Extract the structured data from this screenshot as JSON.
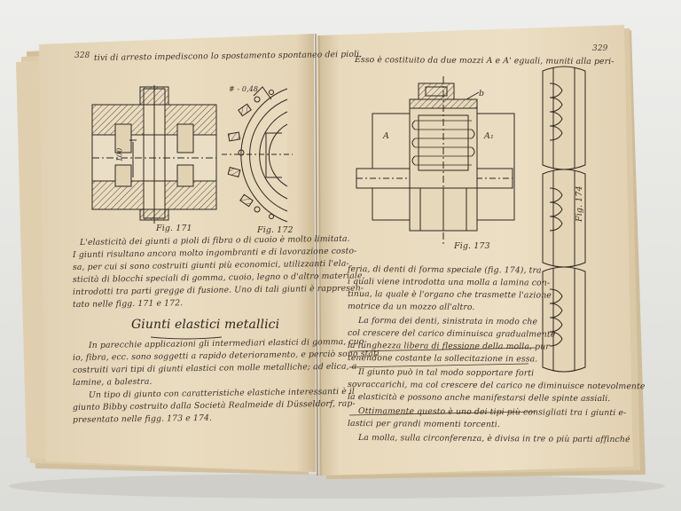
{
  "left_page": {
    "page_number": "328",
    "top_line": "tivi di arresto impediscono lo spostamento spontaneo dei pioli.",
    "fig_label_top": "# - 0,48",
    "dim_label": "100",
    "fig171_caption": "Fig. 171",
    "fig172_caption": "Fig. 172",
    "paragraph1": [
      "L'elasticità dei giunti a pioli di fibra o di cuoio è molto limitata.",
      "I giunti risultano ancora molto ingombranti e di lavorazione costo-",
      "sa, per cui si sono costruiti giunti più economici, utilizzanti l'ela-",
      "sticità di blocchi speciali di gomma, cuoio, legno o d'altro materiale,",
      "introdotti tra parti gregge di fusione. Uno di tali giunti è rappresen-",
      "tato nelle figg. 171 e 172."
    ],
    "heading": "Giunti elastici metallici",
    "paragraph2": [
      "In parecchie applicazioni gli intermediari elastici di gomma, cuo-",
      "io, fibra, ecc. sono soggetti a rapido deterioramento, e perciò sono stati",
      "costruiti vari tipi di giunti elastici con molle metalliche; ad elica, a",
      "lamine, a balestra."
    ],
    "paragraph3": [
      "Un tipo di giunto con caratteristiche elastiche interessanti è il",
      "giunto Bibby costruito dalla Società Realmeide di Düsseldorf, rap-",
      "presentato nelle figg. 173 e 174."
    ]
  },
  "right_page": {
    "page_number": "329",
    "top_line": "Esso è costituito da due mozzi  A e A' eguali, muniti alla peri-",
    "label_a": "A",
    "label_a1": "A₁",
    "label_b": "b",
    "fig173_caption": "Fig. 173",
    "fig174_caption": "Fig. 174",
    "paragraph1": [
      "feria, di denti di forma speciale (fig. 174), tra",
      "i quali viene introdotta una molla a lamina con-",
      "tinua, la quale è l'organo che trasmette l'azione",
      "motrice da un mozzo all'altro."
    ],
    "paragraph2": [
      "La forma dei denti, sinistrata in modo che",
      "col crescere del carico diminuisca gradualmente",
      "la lunghezza libera di flessione della molla, pur",
      "tenendone costante la sollecitazione in essa."
    ],
    "paragraph3": [
      "Il giunto può in tal modo sopportare forti",
      "sovraccarichi, ma col crescere del carico ne diminuisce notevolmente",
      "la elasticità e possono anche manifestarsi delle spinte assiali."
    ],
    "paragraph4": [
      "Ottimamente questo è uno dei tipi più consigliati tra i giunti e-",
      "lastici per grandi momenti torcenti."
    ],
    "last_line": "La molla, sulla circonferenza, è divisa in tre o più parti affinché"
  }
}
